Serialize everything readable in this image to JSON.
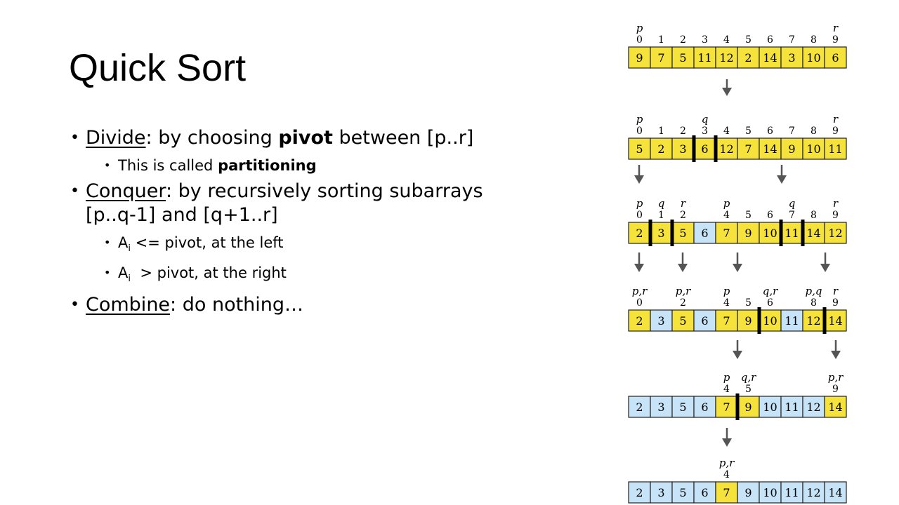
{
  "slide": {
    "title": "Quick Sort",
    "bullets": [
      {
        "label": "Divide",
        "text": ": by choosing ",
        "bold": "pivot",
        "text2": " between [p..r]"
      },
      {
        "text": "This is called ",
        "bold": "partitioning"
      },
      {
        "label": "Conquer",
        "line1": ": by recursively sorting subarrays",
        "line2": "[p..q-1] and [q+1..r]"
      },
      {
        "a": "A",
        "sub": "i",
        "text": " <= pivot, at the left"
      },
      {
        "a": "A",
        "sub": "i",
        "text": "  > pivot, at the right"
      },
      {
        "label": "Combine",
        "text": ": do nothing…"
      }
    ]
  },
  "diagram": {
    "colors": {
      "yellow": "#f5e23a",
      "blue": "#c7e3f7",
      "border": "#222222",
      "divider": "#000000",
      "arrow": "#555555"
    },
    "rows": [
      {
        "cells": [
          "9",
          "7",
          "5",
          "11",
          "12",
          "2",
          "14",
          "3",
          "10",
          "6"
        ],
        "colors": [
          "yellow",
          "yellow",
          "yellow",
          "yellow",
          "yellow",
          "yellow",
          "yellow",
          "yellow",
          "yellow",
          "yellow"
        ],
        "indices": [
          [
            "0",
            0
          ],
          [
            "1",
            1
          ],
          [
            "2",
            2
          ],
          [
            "3",
            3
          ],
          [
            "4",
            4
          ],
          [
            "5",
            5
          ],
          [
            "6",
            6
          ],
          [
            "7",
            7
          ],
          [
            "8",
            8
          ],
          [
            "9",
            9
          ]
        ],
        "ptrs": [
          [
            "p",
            0
          ],
          [
            "r",
            9
          ]
        ],
        "dividers": []
      },
      {
        "cells": [
          "5",
          "2",
          "3",
          "6",
          "12",
          "7",
          "14",
          "9",
          "10",
          "11"
        ],
        "colors": [
          "yellow",
          "yellow",
          "yellow",
          "yellow",
          "yellow",
          "yellow",
          "yellow",
          "yellow",
          "yellow",
          "yellow"
        ],
        "indices": [
          [
            "0",
            0
          ],
          [
            "1",
            1
          ],
          [
            "2",
            2
          ],
          [
            "3",
            3
          ],
          [
            "4",
            4
          ],
          [
            "5",
            5
          ],
          [
            "6",
            6
          ],
          [
            "7",
            7
          ],
          [
            "8",
            8
          ],
          [
            "9",
            9
          ]
        ],
        "ptrs": [
          [
            "p",
            0
          ],
          [
            "q",
            3
          ],
          [
            "r",
            9
          ]
        ],
        "dividers": [
          3,
          4
        ]
      },
      {
        "cells": [
          "2",
          "3",
          "5",
          "6",
          "7",
          "9",
          "10",
          "11",
          "14",
          "12"
        ],
        "colors": [
          "yellow",
          "yellow",
          "yellow",
          "blue",
          "yellow",
          "yellow",
          "yellow",
          "yellow",
          "yellow",
          "yellow"
        ],
        "indices": [
          [
            "0",
            0
          ],
          [
            "1",
            1
          ],
          [
            "2",
            2
          ],
          [
            "4",
            4
          ],
          [
            "5",
            5
          ],
          [
            "6",
            6
          ],
          [
            "7",
            7
          ],
          [
            "8",
            8
          ],
          [
            "9",
            9
          ]
        ],
        "ptrs": [
          [
            "p",
            0
          ],
          [
            "q",
            1
          ],
          [
            "r",
            2
          ],
          [
            "p",
            4
          ],
          [
            "q",
            7
          ],
          [
            "r",
            9
          ]
        ],
        "dividers": [
          1,
          2,
          7,
          8
        ]
      },
      {
        "cells": [
          "2",
          "3",
          "5",
          "6",
          "7",
          "9",
          "10",
          "11",
          "12",
          "14"
        ],
        "colors": [
          "yellow",
          "blue",
          "yellow",
          "blue",
          "yellow",
          "yellow",
          "yellow",
          "blue",
          "yellow",
          "yellow"
        ],
        "indices": [
          [
            "0",
            0
          ],
          [
            "2",
            2
          ],
          [
            "4",
            4
          ],
          [
            "5",
            5
          ],
          [
            "6",
            6
          ],
          [
            "8",
            8
          ],
          [
            "9",
            9
          ]
        ],
        "ptrs": [
          [
            "p,r",
            0
          ],
          [
            "p,r",
            2
          ],
          [
            "p",
            4
          ],
          [
            "q,r",
            6
          ],
          [
            "p,q",
            8
          ],
          [
            "r",
            9
          ]
        ],
        "dividers": [
          6,
          9
        ]
      },
      {
        "cells": [
          "2",
          "3",
          "5",
          "6",
          "7",
          "9",
          "10",
          "11",
          "12",
          "14"
        ],
        "colors": [
          "blue",
          "blue",
          "blue",
          "blue",
          "yellow",
          "yellow",
          "blue",
          "blue",
          "blue",
          "yellow"
        ],
        "indices": [
          [
            "4",
            4
          ],
          [
            "5",
            5
          ],
          [
            "9",
            9
          ]
        ],
        "ptrs": [
          [
            "p",
            4
          ],
          [
            "q,r",
            5
          ],
          [
            "p,r",
            9
          ]
        ],
        "dividers": [
          5
        ]
      },
      {
        "cells": [
          "2",
          "3",
          "5",
          "6",
          "7",
          "9",
          "10",
          "11",
          "12",
          "14"
        ],
        "colors": [
          "blue",
          "blue",
          "blue",
          "blue",
          "yellow",
          "blue",
          "blue",
          "blue",
          "blue",
          "blue"
        ],
        "indices": [
          [
            "4",
            4
          ]
        ],
        "ptrs": [
          [
            "p,r",
            4
          ]
        ],
        "dividers": []
      }
    ]
  }
}
